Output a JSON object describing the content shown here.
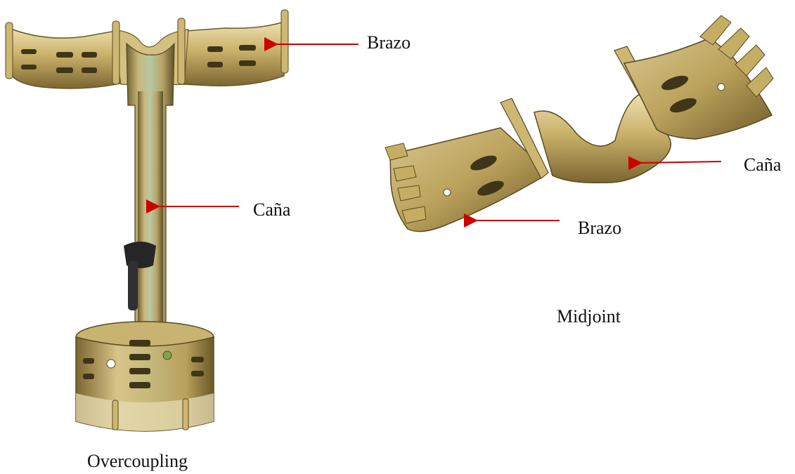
{
  "figure": {
    "overcoupling": {
      "caption": "Overcoupling",
      "labels": {
        "arm": "Brazo",
        "shank": "Caña"
      }
    },
    "midjoint": {
      "caption": "Midjoint",
      "labels": {
        "arm": "Brazo",
        "shank": "Caña"
      }
    }
  },
  "colors": {
    "metal_light": "#e8d7a2",
    "metal_mid": "#c8ad63",
    "metal_dark": "#7d6a33",
    "metal_shadow": "#54461e",
    "metal_highlight": "#f7f0d6",
    "metal_green": "#b9b875",
    "pin_dark": "#2f2f2f",
    "arrow": "#cc0000",
    "background": "#ffffff"
  }
}
